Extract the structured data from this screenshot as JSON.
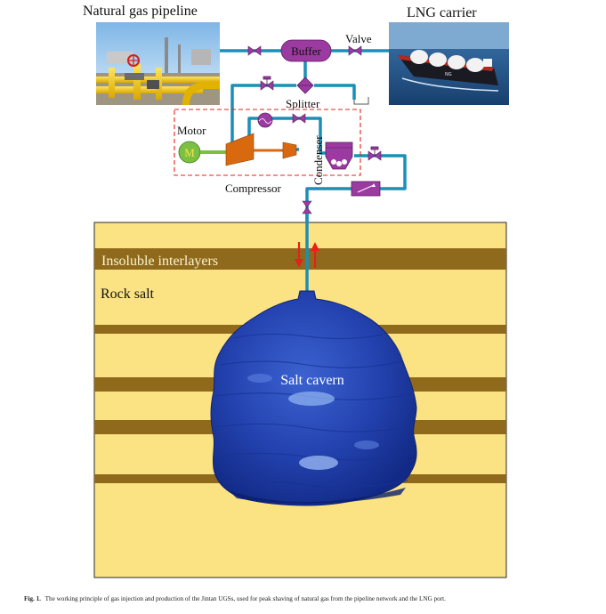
{
  "labels": {
    "pipeline_title": "Natural gas pipeline",
    "lng_title": "LNG carrier",
    "buffer": "Buffer",
    "valve": "Valve",
    "splitter": "Splitter",
    "motor": "Motor",
    "motor_symbol": "M",
    "condenser": "Condenser",
    "compressor": "Compressor",
    "interlayers": "Insoluble interlayers",
    "rock_salt": "Rock salt",
    "cavern": "Salt cavern",
    "ship_mark": "NG"
  },
  "caption": {
    "label": "Fig. 1.",
    "text": "The working principle of gas injection and production of the Jintan UGSs, used for peak shaving of natural gas from the pipeline network and the LNG port."
  },
  "colors": {
    "pipe": "#1b8fb7",
    "equipment": "#9b3aa0",
    "compressor": "#d9690f",
    "motor": "#7bc043",
    "rock_salt": "#fbe383",
    "interlayer": "#8f6a1c",
    "cavern": "#1f3fa8",
    "arrow": "#e8201a",
    "dashed_box": "#e8201a"
  }
}
